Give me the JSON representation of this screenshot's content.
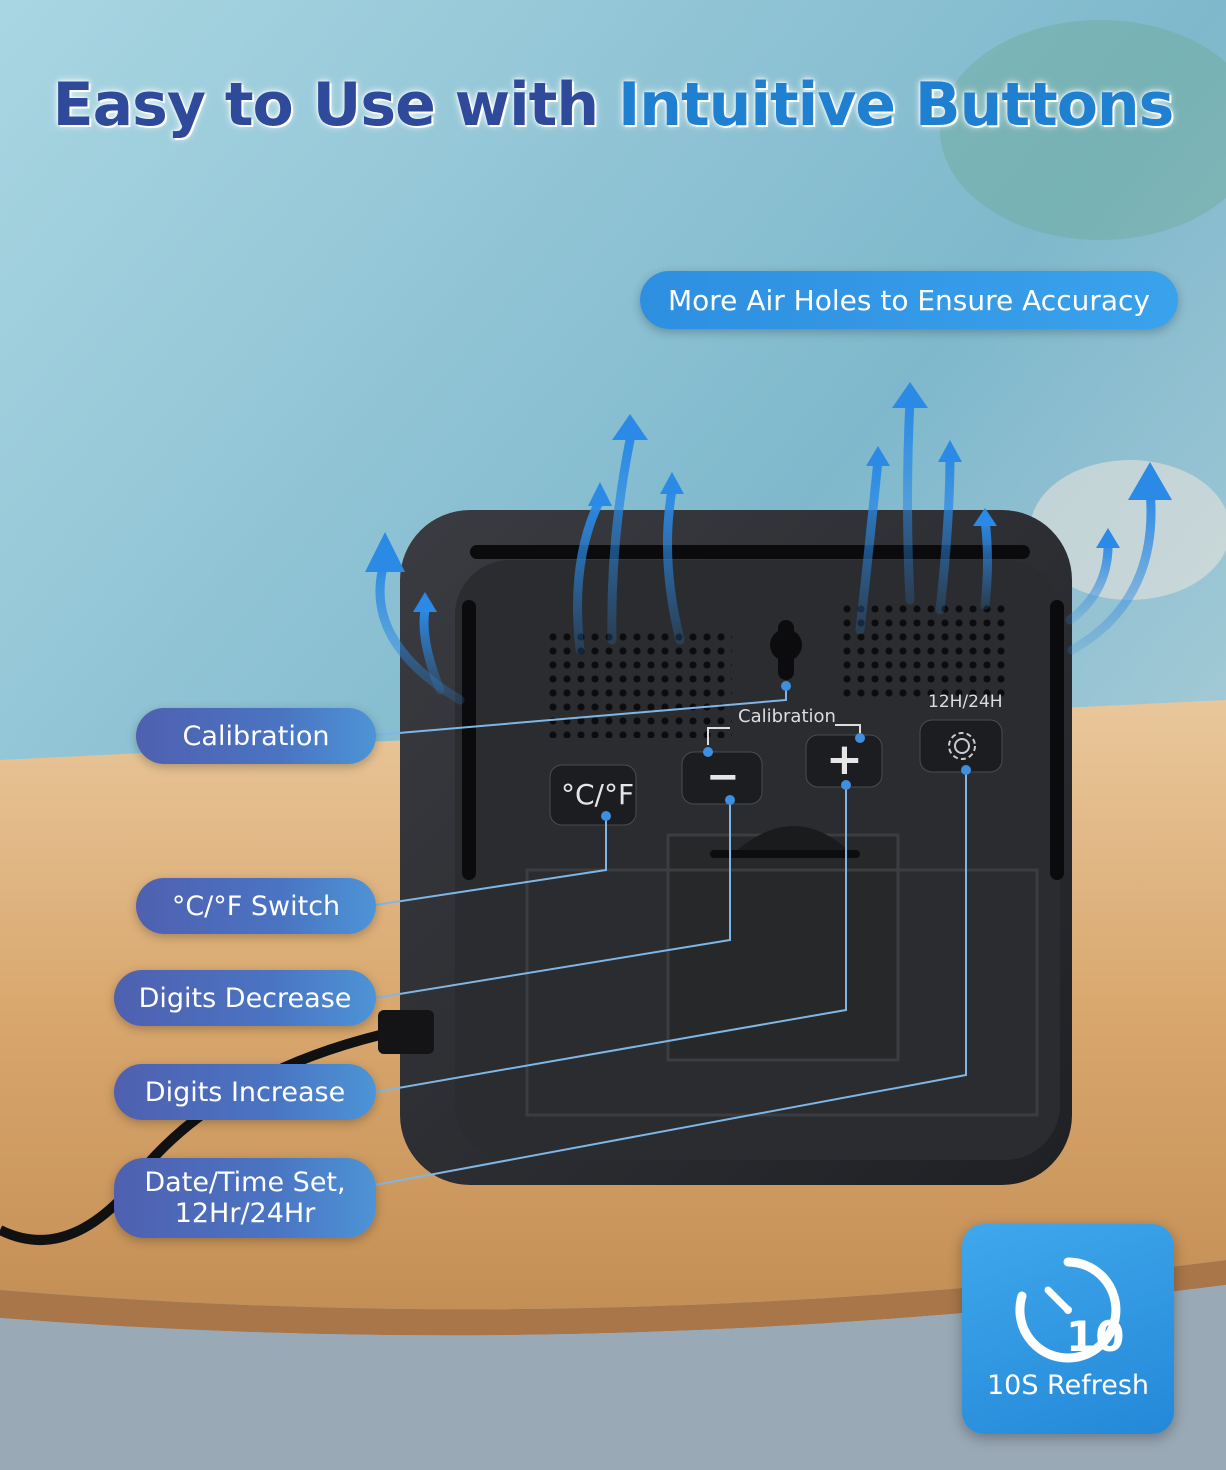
{
  "headline": {
    "part_a": "Easy to Use with",
    "part_b": "Intuitive Buttons"
  },
  "air_holes_label": "More Air Holes to Ensure Accuracy",
  "device_labels": {
    "calibration": "Calibration",
    "mode": "12H/24H",
    "unit_button": "°C/°F",
    "minus_button": "−",
    "plus_button": "+"
  },
  "callouts": {
    "calibration": "Calibration",
    "unit_switch": "°C/°F Switch",
    "digits_decrease": "Digits Decrease",
    "digits_increase": "Digits Increase",
    "date_time_line1": "Date/Time Set,",
    "date_time_line2": "12Hr/24Hr"
  },
  "refresh_badge": {
    "number": "10",
    "label": "10S Refresh"
  },
  "colors": {
    "title_dark": "#2f4a9a",
    "title_light": "#1f7fd1",
    "accent_blue": "#2e8fe0",
    "device_body": "#2b2d31"
  },
  "icons": [
    "timer-icon",
    "gear-icon",
    "airflow-arrow-icon"
  ]
}
